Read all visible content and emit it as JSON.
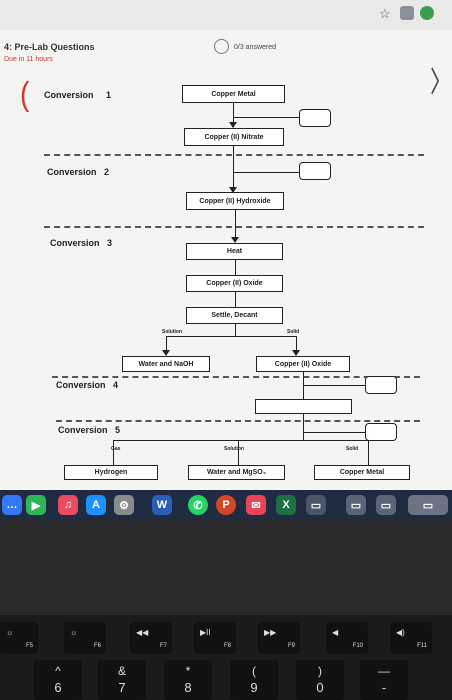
{
  "browser": {
    "star_icon": "star-icon"
  },
  "header": {
    "title": "4: Pre-Lab Questions",
    "due": "Due in 11 hours",
    "answered": "0/3 answered"
  },
  "conversions": [
    {
      "label": "Conversion",
      "num": "1"
    },
    {
      "label": "Conversion",
      "num": "2"
    },
    {
      "label": "Conversion",
      "num": "3"
    },
    {
      "label": "Conversion",
      "num": "4"
    },
    {
      "label": "Conversion",
      "num": "5"
    }
  ],
  "flow": {
    "copper_metal": "Copper Metal",
    "copper_nitrate": "Copper (II) Nitrate",
    "copper_hydroxide": "Copper (II) Hydroxide",
    "heat": "Heat",
    "copper_oxide": "Copper (II) Oxide",
    "settle": "Settle, Decant",
    "solution": "Solution",
    "solid": "Solid",
    "water_naoh": "Water and NaOH",
    "copper_oxide2": "Copper (II) Oxide",
    "gas": "Gas",
    "solution2": "Solution",
    "solid2": "Solid",
    "hydrogen": "Hydrogen",
    "water_mgso4": "Water and MgSO₄",
    "copper_metal2": "Copper Metal"
  },
  "keyboard": {
    "fkeys": [
      {
        "icon": "☼",
        "label": "F5"
      },
      {
        "icon": "☼",
        "label": "F6"
      },
      {
        "icon": "◀◀",
        "label": "F7"
      },
      {
        "icon": "▶II",
        "label": "F8"
      },
      {
        "icon": "▶▶",
        "label": "F9"
      },
      {
        "icon": "◀",
        "label": "F10"
      },
      {
        "icon": "◀)",
        "label": "F11"
      }
    ],
    "nkeys": [
      {
        "top": "^",
        "bot": "6"
      },
      {
        "top": "&",
        "bot": "7"
      },
      {
        "top": "*",
        "bot": "8"
      },
      {
        "top": "(",
        "bot": "9"
      },
      {
        "top": ")",
        "bot": "0"
      },
      {
        "top": "—",
        "bot": "-"
      }
    ]
  }
}
